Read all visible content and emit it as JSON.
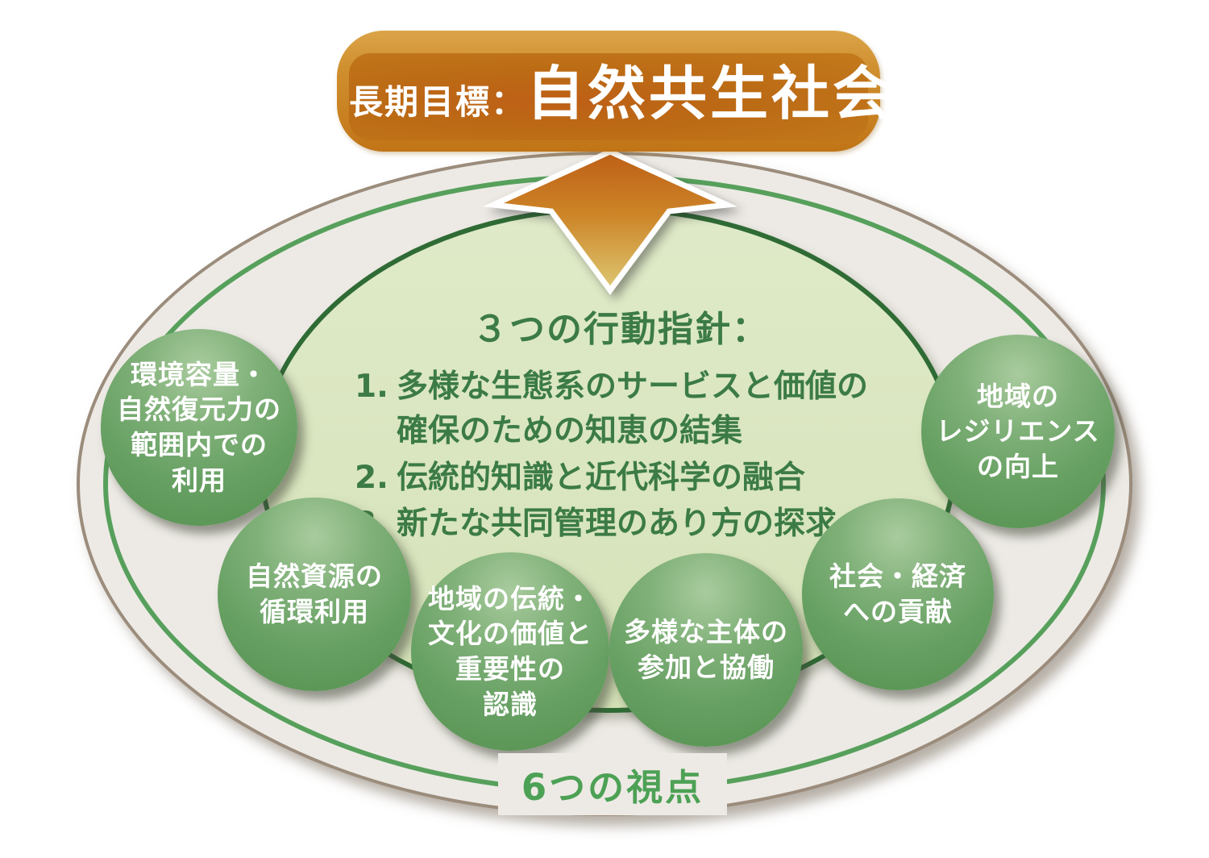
{
  "banner": {
    "label": "長期目標：",
    "title": "自然共生社会"
  },
  "icons": {
    "arrow": "up-arrow-icon"
  },
  "guidelines": {
    "heading": "３つの行動指針：",
    "items": [
      {
        "num": "1.",
        "text": "多様な生態系のサービスと価値の\n確保のための知恵の結集"
      },
      {
        "num": "2.",
        "text": "伝統的知識と近代科学の融合"
      },
      {
        "num": "3.",
        "text": "新たな共同管理のあり方の探求"
      }
    ]
  },
  "perspectives": {
    "label": "6つの視点",
    "circles": [
      {
        "text": "環境容量・\n自然復元力の\n範囲内での\n利用"
      },
      {
        "text": "自然資源の\n循環利用"
      },
      {
        "text": "地域の伝統・\n文化の価値と\n重要性の\n認識"
      },
      {
        "text": "多様な主体の\n参加と協働"
      },
      {
        "text": "社会・経済\nへの貢献"
      },
      {
        "text": "地域の\nレジリエンス\nの向上"
      }
    ]
  },
  "colors": {
    "banner_orange": "#cf8a26",
    "banner_inner_orange": "#bd6a16",
    "arrow_top": "#bd5f16",
    "arrow_bottom": "#ddc873",
    "circle_green": "#6aa366",
    "inner_ellipse_fill": "#dbe7c3",
    "inner_ellipse_border": "#2f6b35",
    "outer_ellipse_fill": "#edeae5",
    "outer_ellipse_border": "#9b8c7c",
    "ring_green": "#57a05c",
    "text_green": "#3c7b46",
    "text_white": "#ffffff"
  }
}
